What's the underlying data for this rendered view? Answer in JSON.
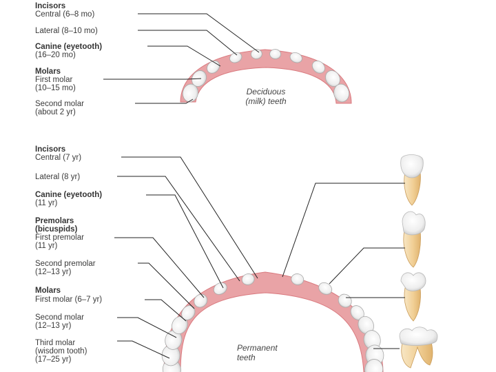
{
  "deciduous": {
    "incisors_heading": "Incisors",
    "central": "Central (6–8 mo)",
    "lateral": "Lateral (8–10 mo)",
    "canine_heading": "Canine (eyetooth)",
    "canine_age": "(16–20 mo)",
    "molars_heading": "Molars",
    "first_molar": "First molar",
    "first_molar_age": "(10–15 mo)",
    "second_molar": "Second molar",
    "second_molar_age": "(about 2 yr)",
    "caption_line1": "Deciduous",
    "caption_line2": "(milk) teeth"
  },
  "permanent": {
    "incisors_heading": "Incisors",
    "central": "Central (7 yr)",
    "lateral": "Lateral (8 yr)",
    "canine_heading": "Canine (eyetooth)",
    "canine_age": "(11 yr)",
    "premolars_heading1": "Premolars",
    "premolars_heading2": "(bicuspids)",
    "first_premolar": "First premolar",
    "first_premolar_age": "(11 yr)",
    "second_premolar": "Second premolar",
    "second_premolar_age": "(12–13 yr)",
    "molars_heading": "Molars",
    "first_molar": "First molar (6–7 yr)",
    "second_molar": "Second molar",
    "second_molar_age": "(12–13 yr)",
    "third_molar": "Third molar",
    "third_molar_detail": "(wisdom tooth)",
    "third_molar_age": "(17–25 yr)",
    "caption_line1": "Permanent",
    "caption_line2": "teeth"
  },
  "colors": {
    "gum": "#e9a3a6",
    "gum_dark": "#d9797e",
    "tooth": "#f3f3f3",
    "root": "#f3d9a8",
    "leader": "#222222"
  }
}
